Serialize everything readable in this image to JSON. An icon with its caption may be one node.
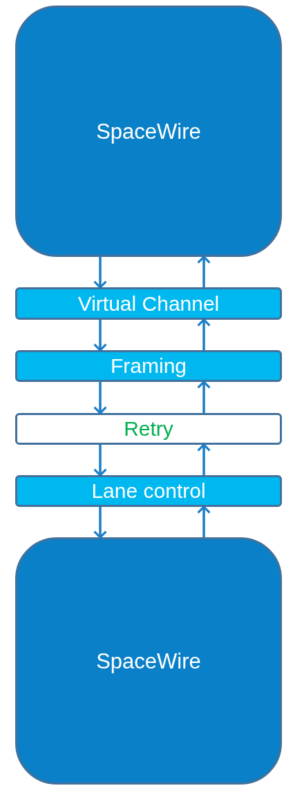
{
  "diagram": {
    "nodes": [
      {
        "text": [
          "SpaceWire"
        ]
      },
      {
        "text": [
          "Virtual Channel"
        ]
      },
      {
        "text": [
          "Framing"
        ]
      },
      {
        "text": [
          "Retry"
        ]
      },
      {
        "text": [
          "Lane control"
        ]
      },
      {
        "text": [
          "SpaceWire"
        ]
      }
    ],
    "edges": [
      {
        "from": 0,
        "to": 1,
        "arrow": "to"
      },
      {
        "from": 1,
        "to": 0,
        "arrow": "to"
      },
      {
        "from": 1,
        "to": 2,
        "arrow": "to"
      },
      {
        "from": 2,
        "to": 1,
        "arrow": "to"
      },
      {
        "from": 2,
        "to": 3,
        "arrow": "to"
      },
      {
        "from": 3,
        "to": 2,
        "arrow": "to"
      },
      {
        "from": 3,
        "to": 4,
        "arrow": "to"
      },
      {
        "from": 4,
        "to": 3,
        "arrow": "to"
      },
      {
        "from": 4,
        "to": 5,
        "arrow": "to"
      },
      {
        "from": 5,
        "to": 4,
        "arrow": "to"
      }
    ]
  }
}
